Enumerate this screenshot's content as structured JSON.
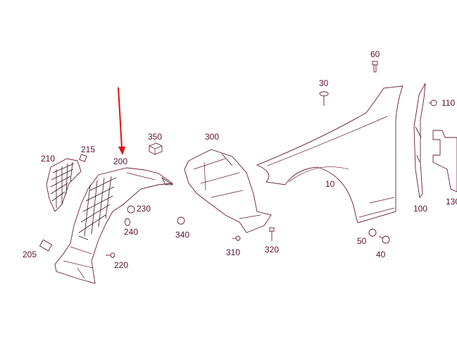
{
  "diagram": {
    "arrow_color": "#e01010",
    "line_color": "#6b1a3a",
    "labels": {
      "p10": "10",
      "p30": "30",
      "p40": "40",
      "p50": "50",
      "p60": "60",
      "p100": "100",
      "p110": "110",
      "p130": "130",
      "p200": "200",
      "p205": "205",
      "p210": "210",
      "p215": "215",
      "p220": "220",
      "p230": "230",
      "p240": "240",
      "p300": "300",
      "p310": "310",
      "p320": "320",
      "p340": "340",
      "p350": "350"
    }
  }
}
